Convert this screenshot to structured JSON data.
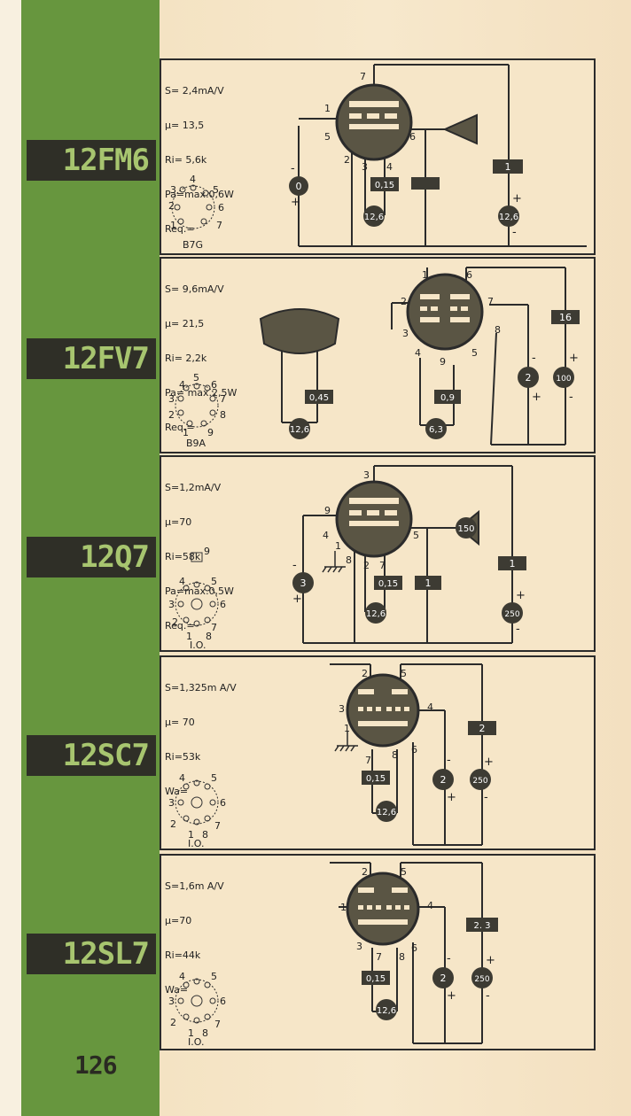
{
  "page_number": "126",
  "tubes": [
    {
      "name": "12FM6",
      "specs": [
        "S= 2,4mA/V",
        "μ= 13,5",
        "Ri= 5,6k",
        "Pa=max.0,6W",
        "Req.="
      ],
      "socket": "B7G",
      "socket_pins": [
        "1",
        "2",
        "3",
        "4",
        "5",
        "6",
        "7"
      ],
      "pin_labels": [
        "1",
        "2",
        "3",
        "4",
        "5",
        "6",
        "7"
      ],
      "values": {
        "grid_bias": "0",
        "filament_current": "0,15",
        "filament_voltage": "12,6",
        "anode_res": "1",
        "plate_voltage": "12,6"
      },
      "polarity": [
        "-",
        "+",
        "+",
        "-"
      ]
    },
    {
      "name": "12FV7",
      "specs": [
        "S= 9,6mA/V",
        "μ= 21,5",
        "Ri= 2,2k",
        "Pa= max.2,5W",
        "Req.="
      ],
      "socket": "B9A",
      "socket_pins": [
        "1",
        "2",
        "3",
        "4",
        "5",
        "6",
        "7",
        "8",
        "9"
      ],
      "pin_labels": [
        "1",
        "2",
        "3",
        "4",
        "5",
        "6",
        "7",
        "8",
        "9"
      ],
      "values": {
        "filament_current_a": "0,45",
        "filament_voltage_a": "12,6",
        "filament_current_b": "0,9",
        "filament_voltage_b": "6,3",
        "grid_bias": "2",
        "anode_res": "16",
        "plate_voltage": "100"
      },
      "polarity": [
        "-",
        "+",
        "+",
        "-"
      ]
    },
    {
      "name": "12Q7",
      "specs": [
        "S=1,2mA/V",
        "μ=70",
        "Ri=58k",
        "Pa=max.0,5W",
        "Req.="
      ],
      "socket": "I.O.",
      "socket_pins": [
        "1",
        "2",
        "3",
        "4",
        "5",
        "6",
        "7",
        "8"
      ],
      "pin_labels": [
        "1",
        "2",
        "3",
        "4",
        "5",
        "7",
        "8",
        "9"
      ],
      "top_cap": "9",
      "values": {
        "grid_bias": "3",
        "filament_current": "0,15",
        "filament_voltage": "12,6",
        "anode_res_a": "1",
        "anode_res_b": "1",
        "load": "150",
        "plate_voltage": "250"
      },
      "polarity": [
        "-",
        "+",
        "+",
        "-"
      ]
    },
    {
      "name": "12SC7",
      "specs": [
        "S=1,325m A/V",
        "μ= 70",
        "Ri=53k",
        "Wa="
      ],
      "socket": "I.O.",
      "socket_pins": [
        "1",
        "2",
        "3",
        "4",
        "5",
        "6",
        "7",
        "8"
      ],
      "pin_labels": [
        "1",
        "2",
        "3",
        "4",
        "5",
        "6",
        "7",
        "8"
      ],
      "values": {
        "filament_current": "0,15",
        "filament_voltage": "12,6",
        "grid_bias": "2",
        "plate_voltage": "250",
        "anode_res": "2"
      },
      "polarity": [
        "-",
        "+",
        "+",
        "-"
      ]
    },
    {
      "name": "12SL7",
      "specs": [
        "S=1,6m A/V",
        "μ=70",
        "Ri=44k",
        "Wa="
      ],
      "socket": "I.O.",
      "socket_pins": [
        "1",
        "2",
        "3",
        "4",
        "5",
        "6",
        "7",
        "8"
      ],
      "pin_labels": [
        "1",
        "2",
        "3",
        "4",
        "5",
        "6",
        "7",
        "8"
      ],
      "values": {
        "filament_current": "0,15",
        "filament_voltage": "12,6",
        "grid_bias": "2",
        "plate_voltage": "250",
        "anode_res": "2. 3"
      },
      "polarity": [
        "-",
        "+",
        "+",
        "-"
      ]
    }
  ]
}
